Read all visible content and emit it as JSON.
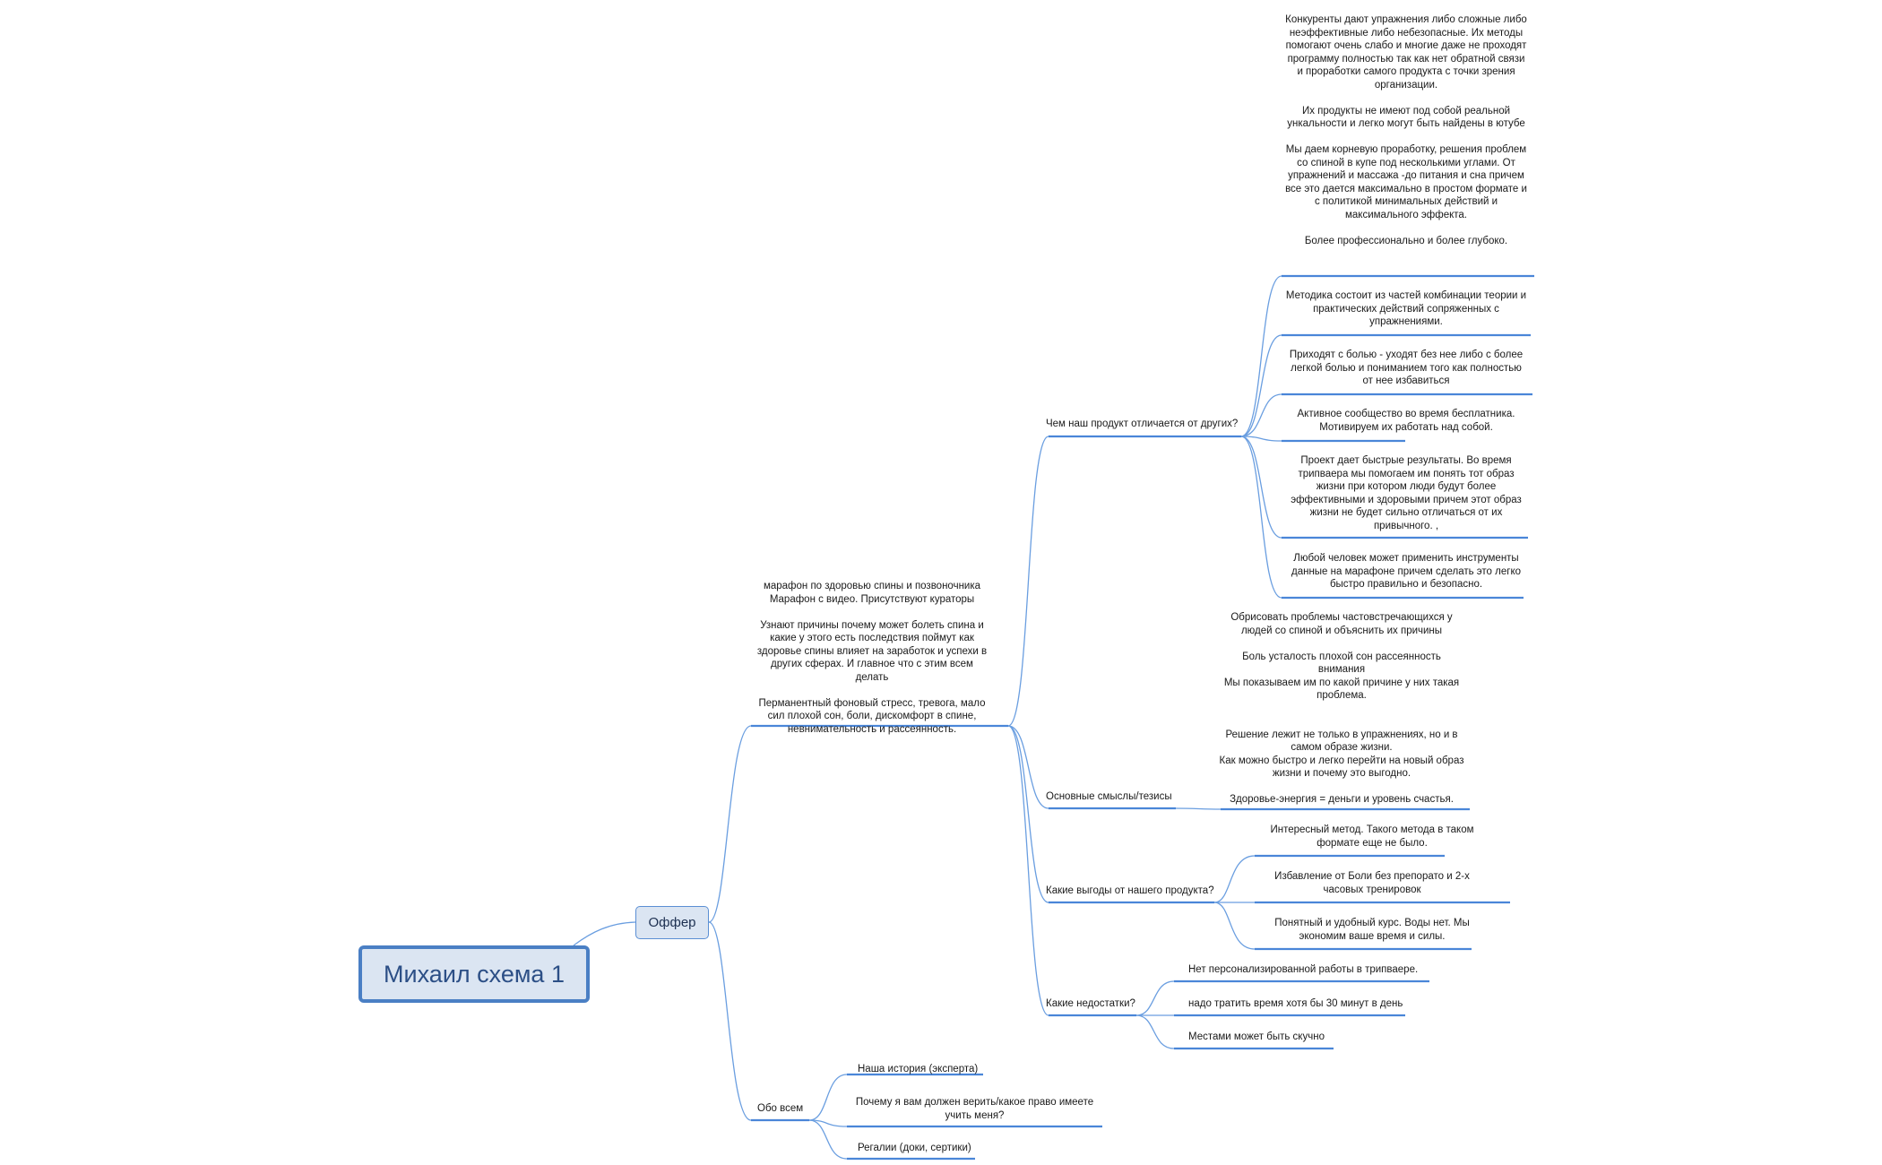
{
  "central": "Михаил схема 1",
  "offer": "Оффер",
  "marathon": "марафон по здоровью спины и позвоночника\nМарафон с видео. Присутствуют кураторы\n\nУзнают причины почему может болеть спина и какие у этого есть последствия поймут как здоровье спины влияет на заработок и успехи в других сферах. И главное что с этим всем делать\n\nПерманентный фоновый стресс, тревога, мало сил плохой сон, боли, дискомфорт в спине, невнимательность и рассеянность.",
  "diff": {
    "label": "Чем наш продукт отличается от других?",
    "items": [
      "Конкуренты дают упражнения либо сложные либо неэффективные либо небезопасные. Их методы помогают очень слабо и  многие даже не проходят программу полностью так как нет обратной связи и проработки самого продукта с точки зрения организации.\n\nИх продукты не имеют под собой реальной ункальности и легко могут быть найдены в ютубе\n\nМы даем корневую проработку, решения проблем со спиной в купе под несколькими углами. От упражнений и массажа -до питания и сна причем все это дается максимально в простом формате и с политикой минимальных действий и максимального эффекта.\n\nБолее профессионально и более глубоко.",
      "Методика состоит из частей комбинации теории и практических действий сопряженных с упражнениями.",
      "Приходят с болью - уходят без нее либо с более легкой болью и пониманием того как полностью от нее избавиться",
      "Активное сообщество во время бесплатника. Мотивируем их работать над собой.",
      "Проект дает быстрые результаты.  Во время трипваера мы помогаем им понять тот образ жизни при котором люди будут более эффективными и здоровыми причем этот образ жизни не будет сильно отличаться от их привычного. ,",
      "Любой человек может применить инструменты данные на марафоне причем сделать это легко быстро правильно и безопасно."
    ]
  },
  "theses": {
    "label": "Основные смыслы/тезисы",
    "text": "Обрисовать проблемы частовстречающихся у людей со спиной и объяснить их причины\n\nБоль усталость плохой сон рассеянность внимания\nМы показываем им по какой причине у них такая проблема.\n\n\nРешение лежит не только в упражнениях, но и в самом образе жизни.\nКак можно быстро и легко перейти на новый образ жизни и почему это выгодно.\n\nЗдоровье-энергия = деньги и уровень счастья."
  },
  "benefits": {
    "label": "Какие выгоды от нашего продукта?",
    "items": [
      "Интересный метод. Такого метода в таком формате еще не было.",
      "Избавление от Боли без препорато и 2-х часовых тренировок",
      "Понятный и удобный курс. Воды нет. Мы экономим ваше время и силы."
    ]
  },
  "cons": {
    "label": "Какие недостатки?",
    "items": [
      "Нет персонализированной работы  в трипваере.",
      "надо тратить время хотя бы 30 минут в день",
      "Местами может быть скучно"
    ]
  },
  "about": {
    "label": "Обо всем",
    "items": [
      "Наша история (эксперта)",
      "Почему я вам должен верить/какое право имеете учить меня?",
      "Регалии (доки, сертики)"
    ]
  },
  "colors": {
    "line": "#6a9ee0",
    "underline": "#4a86d8",
    "central_border": "#4a7fc4",
    "node_fill": "#dbe5f2"
  }
}
